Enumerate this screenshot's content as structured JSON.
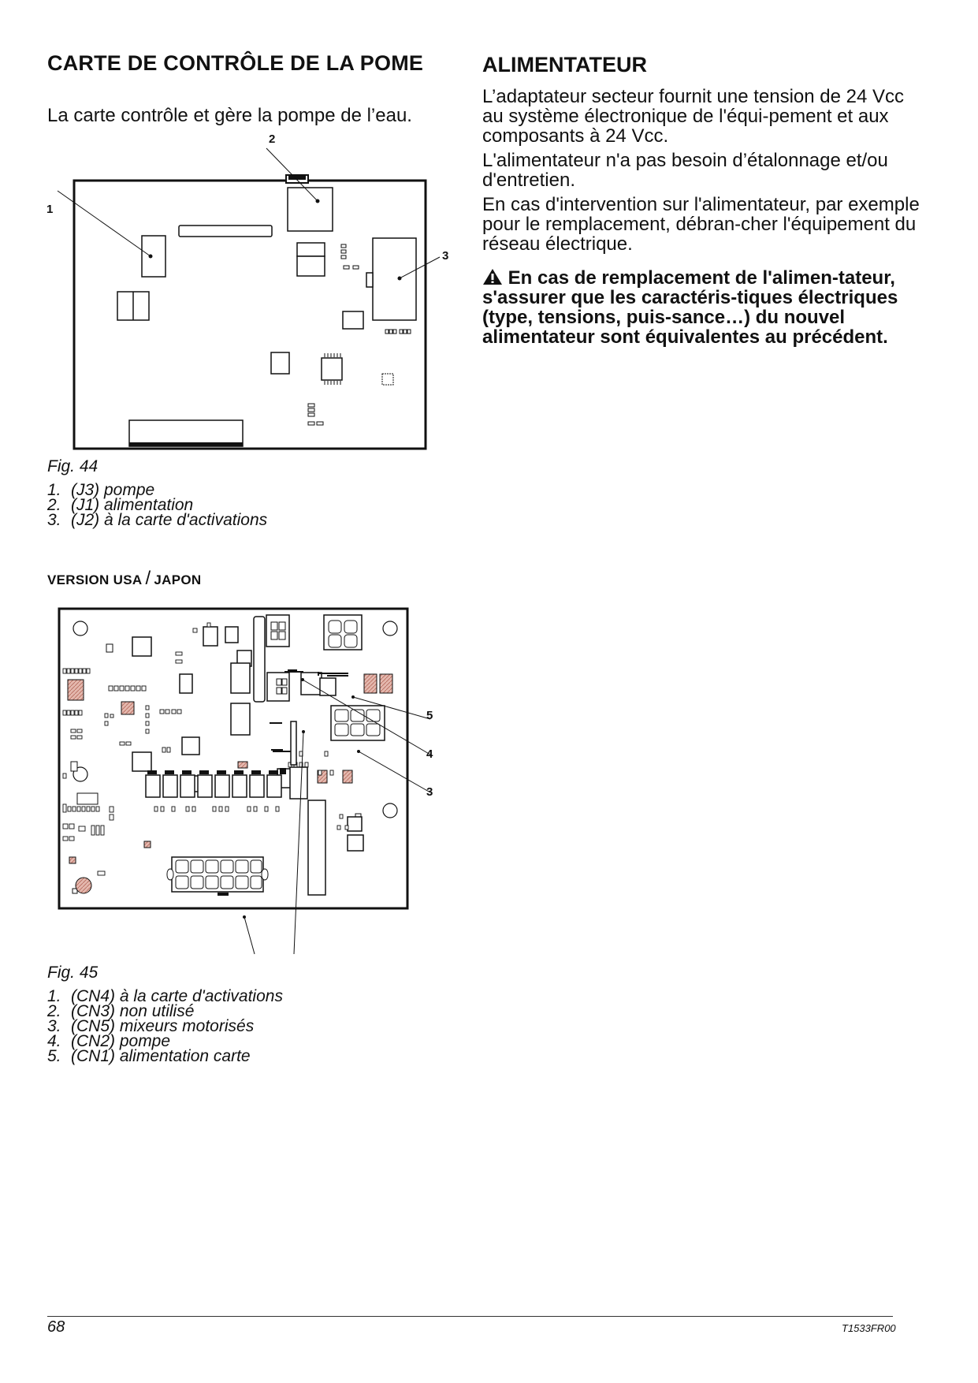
{
  "left": {
    "heading": "CARTE DE CONTRÔLE DE LA POME",
    "intro": "La carte contrôle et gère la pompe de l’eau.",
    "fig44": {
      "caption": "Fig. 44",
      "callouts": [
        "1",
        "2",
        "3"
      ],
      "legend": [
        {
          "n": "1.",
          "text": "(J3) pompe"
        },
        {
          "n": "2.",
          "text": "(J1) alimentation"
        },
        {
          "n": "3.",
          "text": "(J2) à la carte d'activations"
        }
      ]
    },
    "version": {
      "part1": "VERSION USA",
      "sep": "/",
      "part2": "JAPON"
    },
    "fig45": {
      "caption": "Fig. 45",
      "callouts": [
        "5",
        "4",
        "3"
      ],
      "legend": [
        {
          "n": "1.",
          "text": "(CN4) à la carte d'activations"
        },
        {
          "n": "2.",
          "text": "(CN3) non utilisé"
        },
        {
          "n": "3.",
          "text": "(CN5) mixeurs motorisés"
        },
        {
          "n": "4.",
          "text": "(CN2) pompe"
        },
        {
          "n": "5.",
          "text": "(CN1) alimentation carte"
        }
      ]
    }
  },
  "right": {
    "heading": "ALIMENTATEUR",
    "p1": "L’adaptateur secteur fournit une tension de 24 Vcc au système électronique de l'équi-pement et aux composants à 24 Vcc.",
    "p2": "L'alimentateur n'a pas besoin d’étalonnage et/ou d'entretien.",
    "p3": "En cas d'intervention sur l'alimentateur, par exemple pour le remplacement, débran-cher l'équipement du réseau électrique.",
    "warning_icon": "warning-triangle-icon",
    "warning": "En cas de remplacement de l'alimen-tateur, s'assurer que les caractéris-tiques électriques (type, tensions, puis-sance…) du nouvel alimentateur sont équivalentes au précédent."
  },
  "footer": {
    "page": "68",
    "code": "T1533FR00"
  },
  "colors": {
    "text": "#111111",
    "hatch": "#d9a9a0",
    "line": "#222222"
  }
}
